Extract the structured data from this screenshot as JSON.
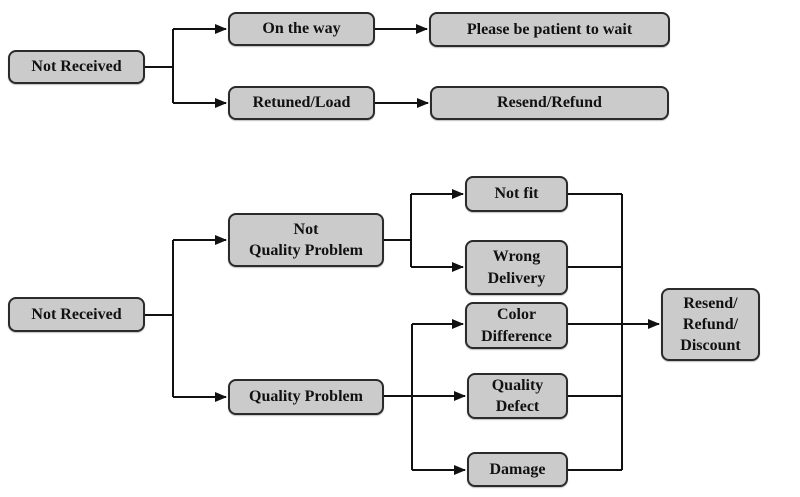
{
  "colors": {
    "background": "#ffffff",
    "box_fill": "#cbcbcb",
    "box_border": "#2b2b2b",
    "line": "#111111",
    "text": "#111111"
  },
  "flow_top": {
    "root": "Not Received",
    "on_the_way": "On the way",
    "patient": "Please be patient to wait",
    "retuned_load": "Retuned/Load",
    "resend_refund": "Resend/Refund"
  },
  "flow_bottom": {
    "root": "Not Received",
    "not_quality_problem": "Not\nQuality Problem",
    "quality_problem": "Quality Problem",
    "not_fit": "Not fit",
    "wrong_delivery": "Wrong\nDelivery",
    "color_difference": "Color\nDifference",
    "quality_defect": "Quality\nDefect",
    "damage": "Damage",
    "outcome": "Resend/\nRefund/\nDiscount"
  }
}
